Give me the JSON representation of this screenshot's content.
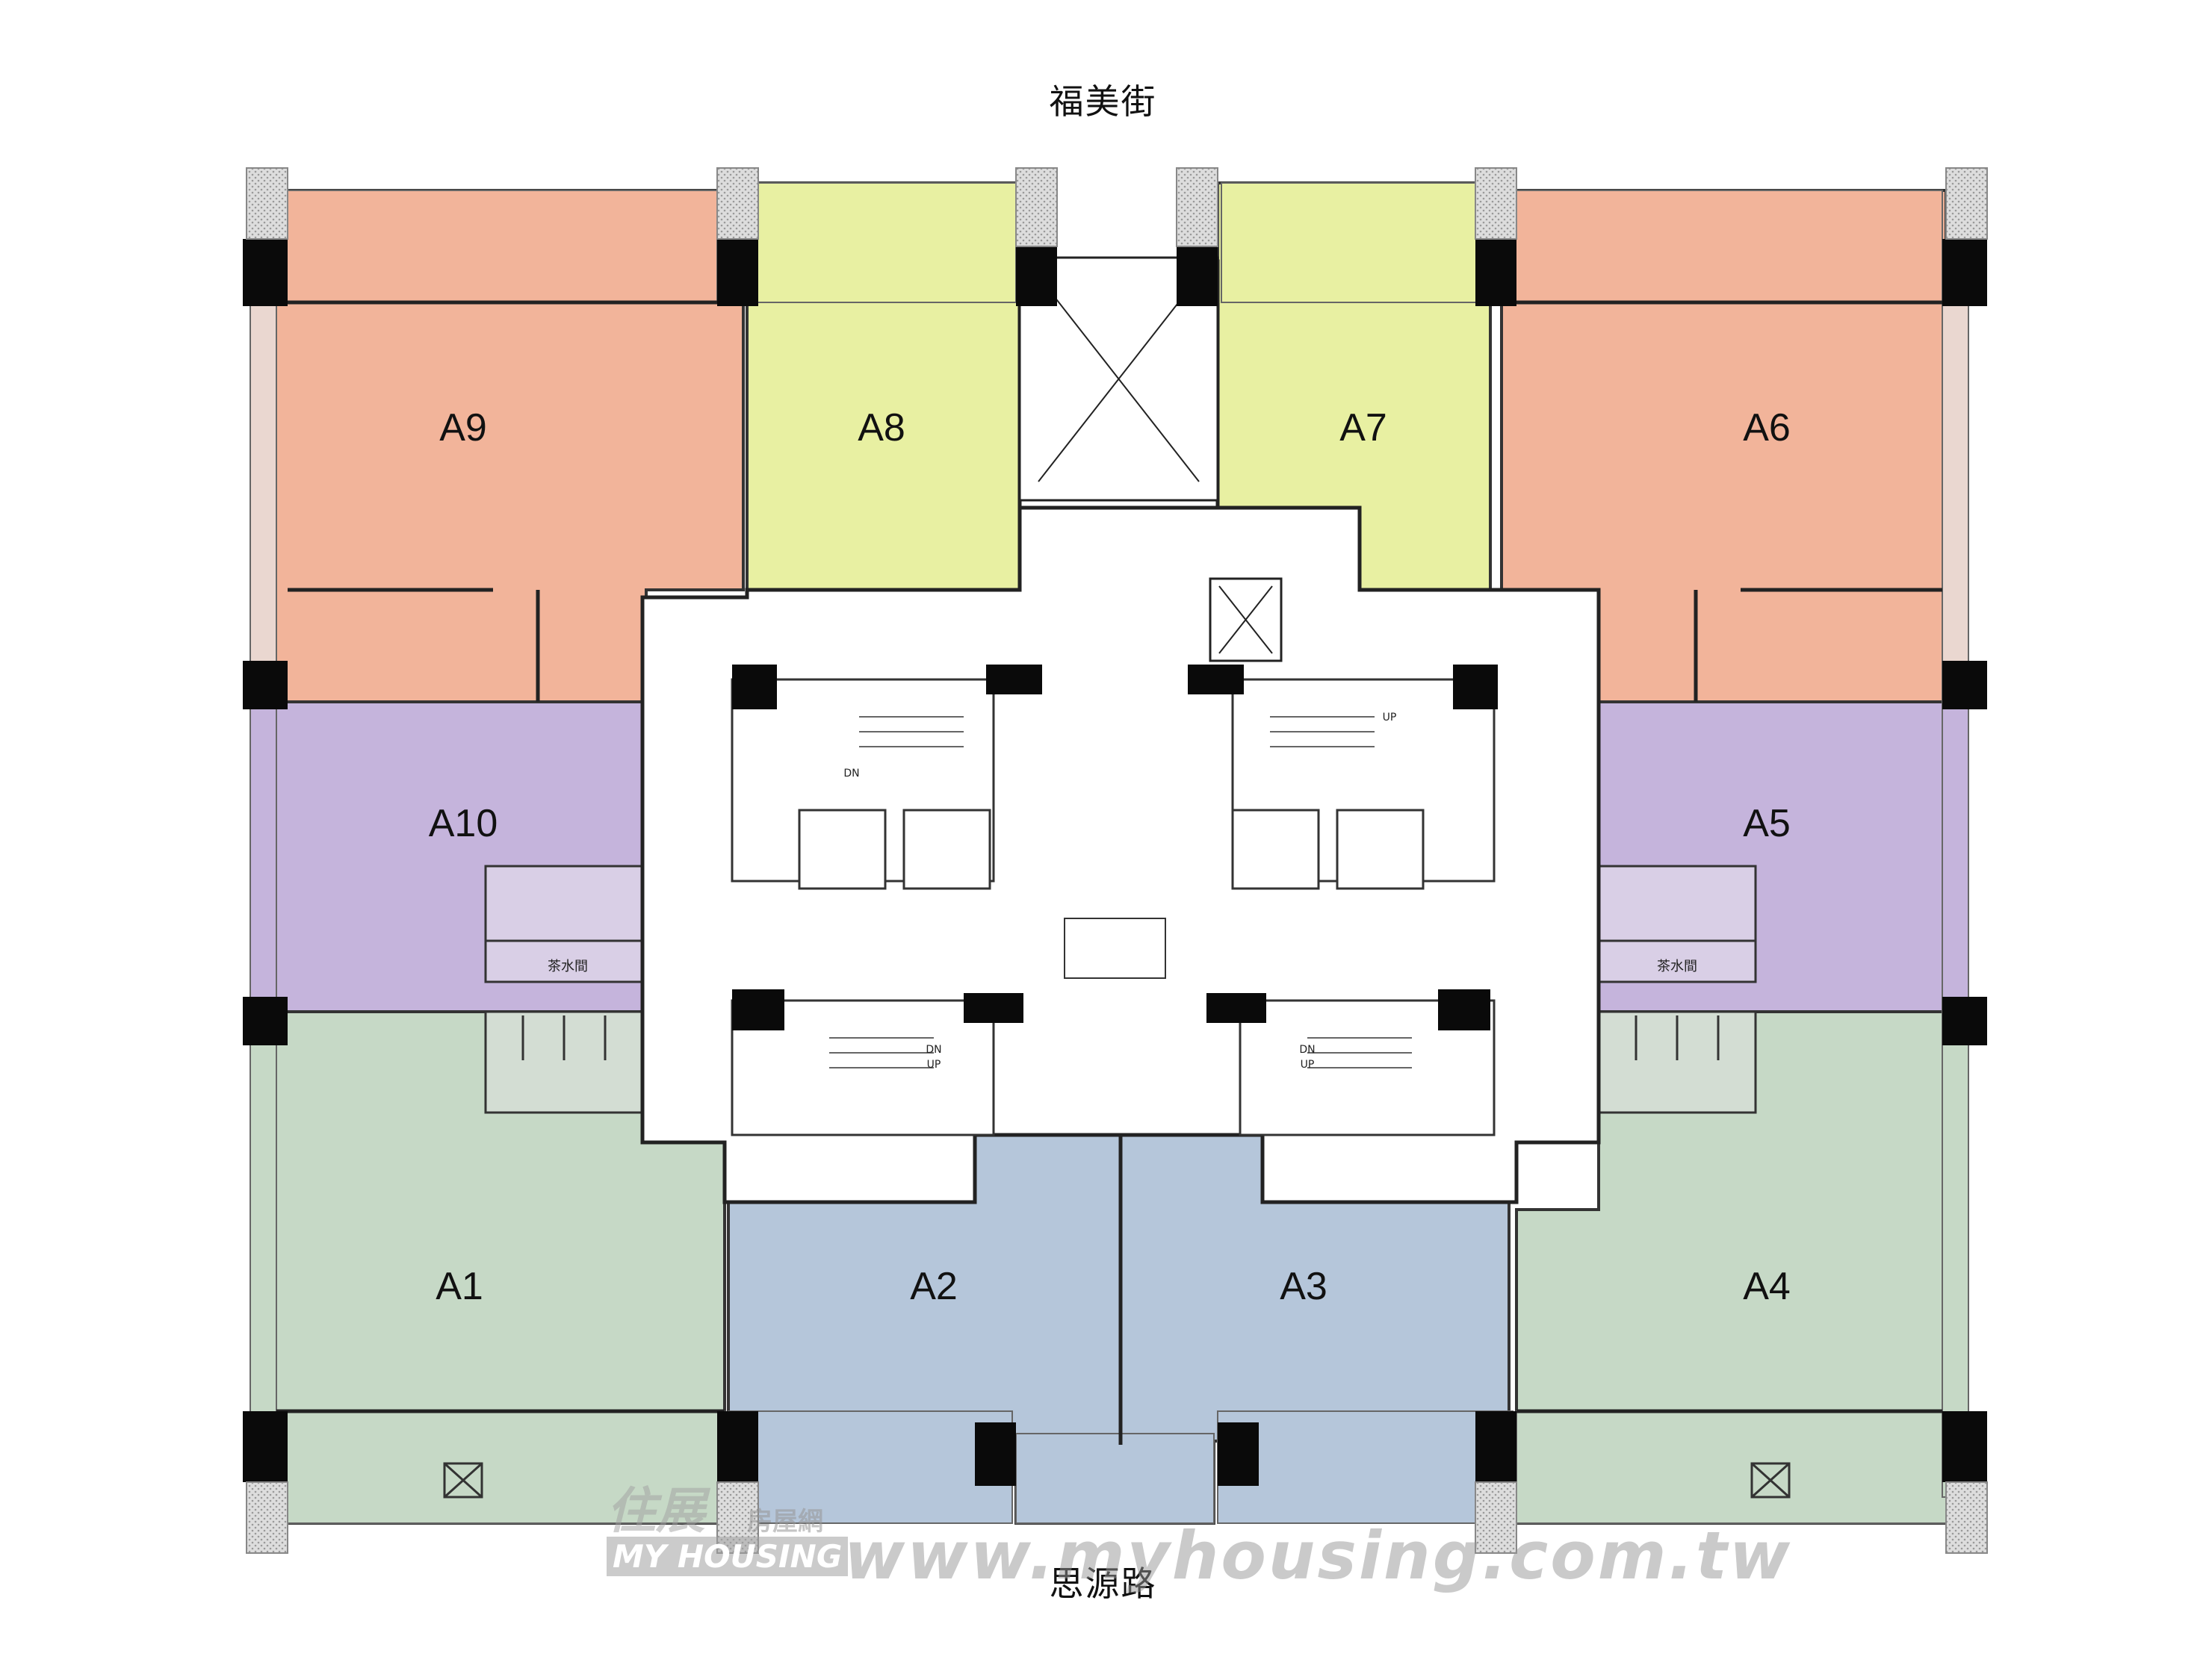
{
  "streets": {
    "top": "福美街",
    "bottom": "思源路"
  },
  "colors": {
    "orange": "#f2b49a",
    "yellow": "#e8f0a2",
    "purple": "#c5b4dc",
    "green": "#c6d9c6",
    "blue": "#b5c6da",
    "wall": "#222222",
    "column": "#0a0a0a",
    "core": "#ffffff"
  },
  "units": [
    {
      "id": "A1",
      "label": "A1"
    },
    {
      "id": "A2",
      "label": "A2"
    },
    {
      "id": "A3",
      "label": "A3"
    },
    {
      "id": "A4",
      "label": "A4"
    },
    {
      "id": "A5",
      "label": "A5"
    },
    {
      "id": "A6",
      "label": "A6"
    },
    {
      "id": "A7",
      "label": "A7"
    },
    {
      "id": "A8",
      "label": "A8"
    },
    {
      "id": "A9",
      "label": "A9"
    },
    {
      "id": "A10",
      "label": "A10"
    }
  ],
  "rooms": {
    "pantry_left": "茶水間",
    "pantry_right": "茶水間"
  },
  "stairs": {
    "dn": "DN",
    "up": "UP"
  },
  "watermark": {
    "logo_cn": "住展",
    "logo_sub": "房屋網",
    "logo_en": "MY HOUSING",
    "url": "www.myhousing.com.tw"
  }
}
